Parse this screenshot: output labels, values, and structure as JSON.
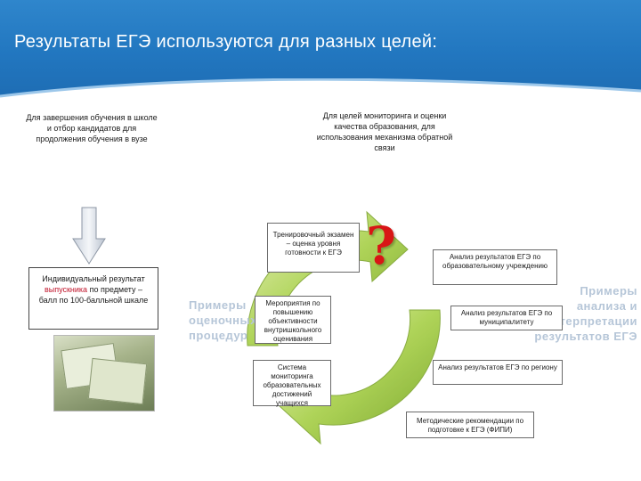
{
  "header": {
    "title": "Результаты ЕГЭ используются для разных целей:"
  },
  "left_column": {
    "label": "Для завершения обучения в школе и отбор кандидатов для продолжения обучения в вузе",
    "result_text_before": "Индивидуальный результат",
    "result_text_highlight": "выпускника",
    "result_text_after": "по предмету – балл по 100-балльной шкале"
  },
  "right_column": {
    "label": "Для целей мониторинга и оценки качества образования, для использования механизма обратной связи"
  },
  "cycle": {
    "question_mark": "?",
    "boxes": {
      "training_exam": "Тренировочный экзамен – оценка уровня готовности к ЕГЭ",
      "measures": "Мероприятия по повышению объективности внутришкольного оценивания",
      "monitoring_system": "Система мониторинга образовательных достижений учащихся",
      "school_analysis": "Анализ результатов ЕГЭ по образовательному учреждению",
      "municipal_analysis": "Анализ результатов ЕГЭ по муниципалитету",
      "regional_analysis": "Анализ результатов ЕГЭ по региону",
      "methodical": "Методические рекомендации по подготовке к ЕГЭ (ФИПИ)"
    },
    "ghost_left": "Примеры оценочных процедур",
    "ghost_right": "Примеры анализа и интерпретации результатов ЕГЭ"
  },
  "colors": {
    "header_blue": "#2277c0",
    "arrow_green": "#8dbd2a",
    "question_red": "#d81616",
    "highlight_red": "#c0152b"
  }
}
